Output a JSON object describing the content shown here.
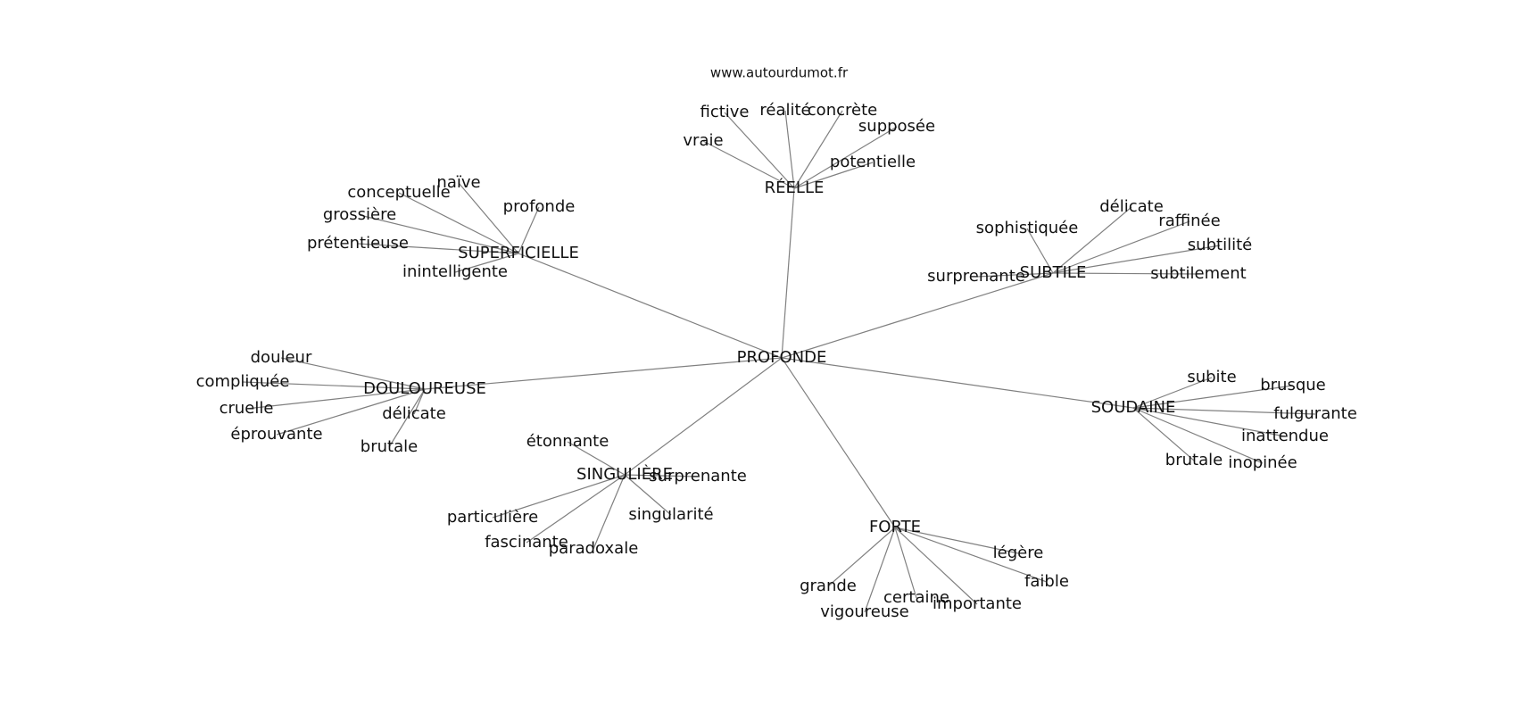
{
  "source": "www.autourdumot.fr",
  "colors": {
    "edge": "#808080",
    "text": "#111111",
    "background": "#ffffff"
  },
  "center": "PROFONDE",
  "clusters": [
    {
      "hub": "RÉELLE",
      "leaves": [
        "fictive",
        "réalité",
        "concrète",
        "supposée",
        "vraie",
        "potentielle"
      ]
    },
    {
      "hub": "SUPERFICIELLE",
      "leaves": [
        "naïve",
        "conceptuelle",
        "profonde",
        "grossière",
        "prétentieuse",
        "inintelligente"
      ]
    },
    {
      "hub": "SUBTILE",
      "leaves": [
        "délicate",
        "raffinée",
        "sophistiquée",
        "subtilité",
        "surprenante",
        "subtilement"
      ]
    },
    {
      "hub": "DOULOUREUSE",
      "leaves": [
        "douleur",
        "compliquée",
        "cruelle",
        "délicate",
        "éprouvante",
        "brutale"
      ]
    },
    {
      "hub": "SOUDAINE",
      "leaves": [
        "subite",
        "brusque",
        "fulgurante",
        "inattendue",
        "brutale",
        "inopinée"
      ]
    },
    {
      "hub": "SINGULIÈRE",
      "leaves": [
        "étonnante",
        "surprenante",
        "particulière",
        "singularité",
        "fascinante",
        "paradoxale"
      ]
    },
    {
      "hub": "FORTE",
      "leaves": [
        "légère",
        "faible",
        "grande",
        "certaine",
        "importante",
        "vigoureuse"
      ]
    }
  ]
}
